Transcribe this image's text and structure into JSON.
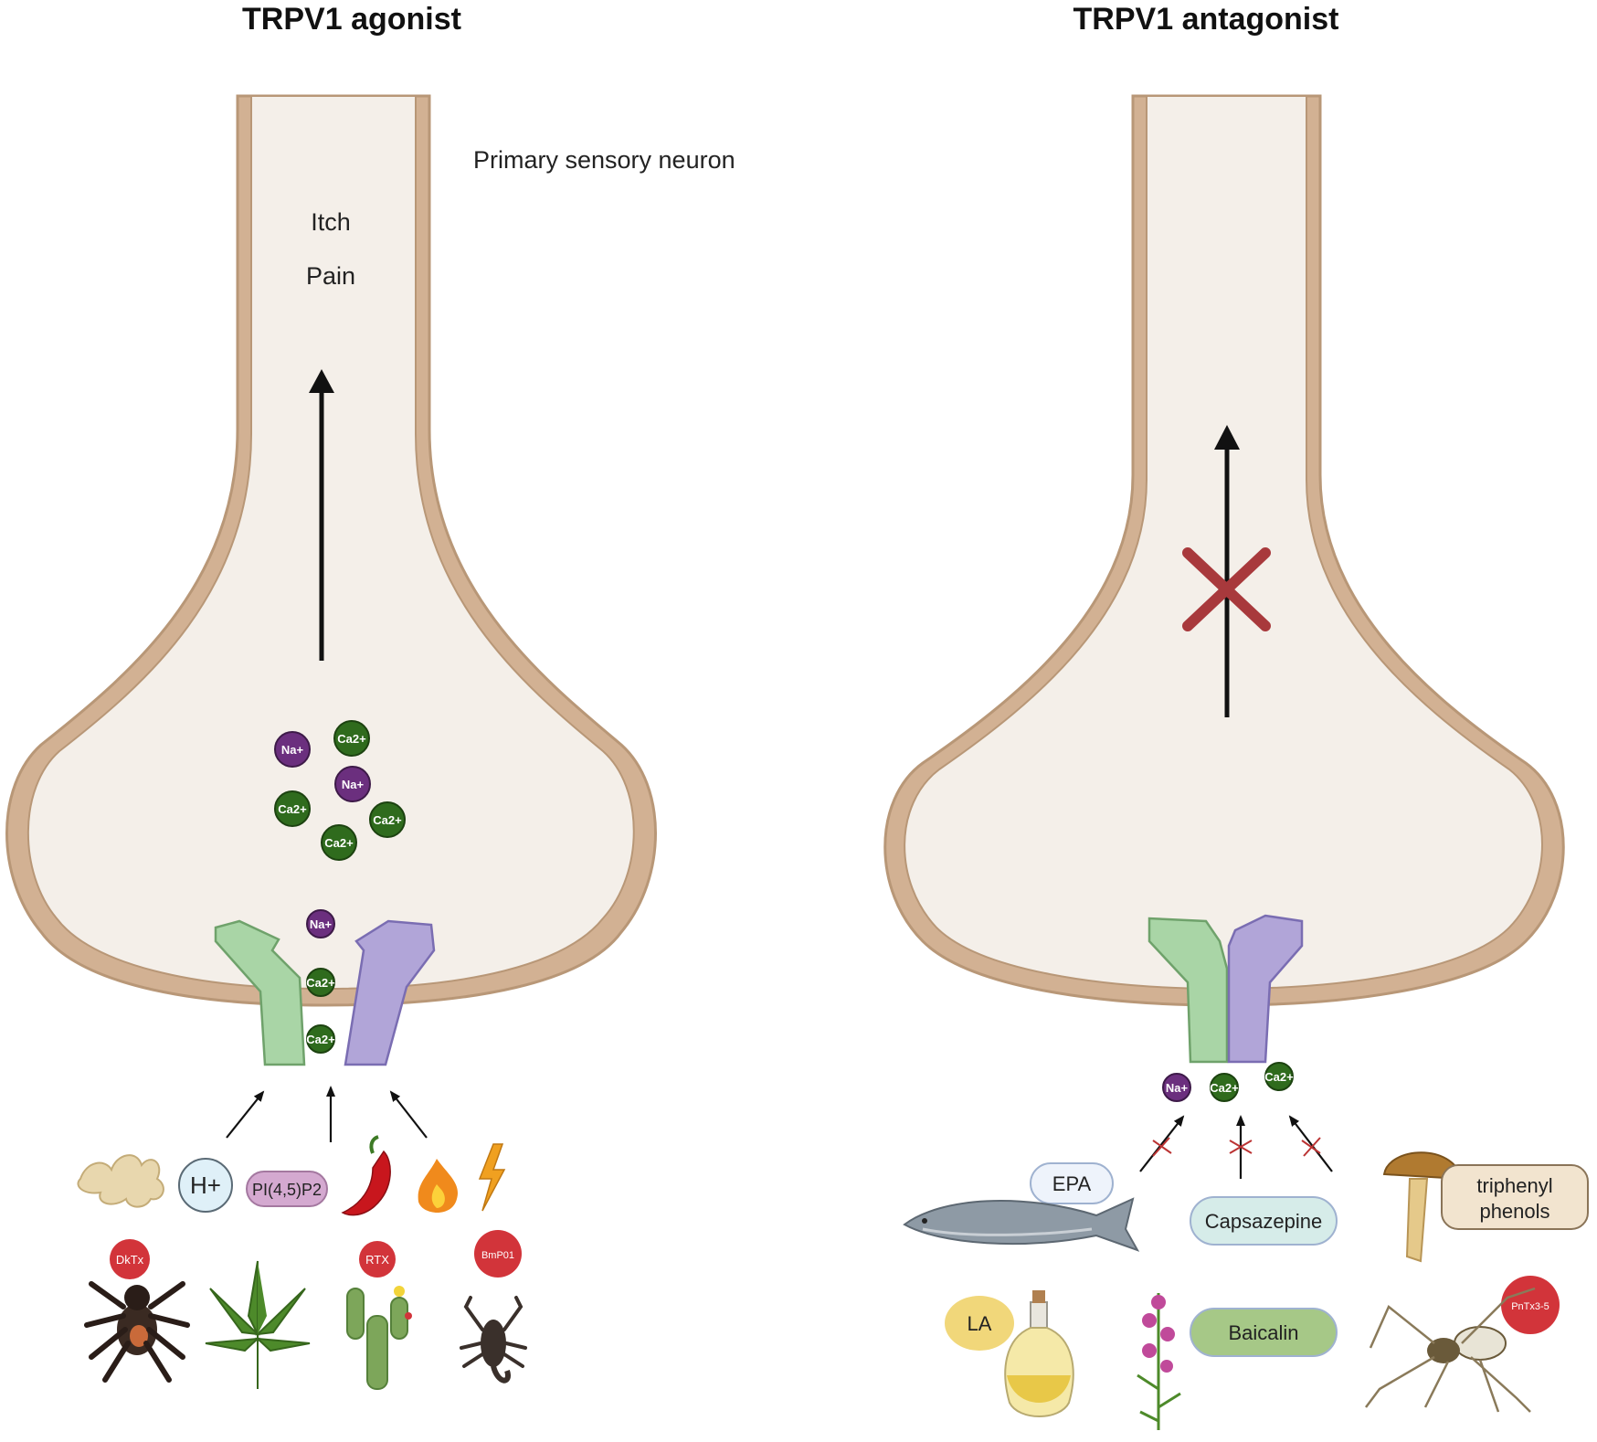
{
  "titles": {
    "agonist": "TRPV1 agonist",
    "antagonist": "TRPV1 antagonist"
  },
  "labels": {
    "neuron": "Primary sensory neuron",
    "itch": "Itch",
    "pain": "Pain"
  },
  "ions": {
    "na": "Na+",
    "ca": "Ca2+"
  },
  "agonists": {
    "proton": "H+",
    "pip2": "PI(4,5)P2",
    "dktx": "DkTx",
    "rtx": "RTX",
    "bmp01": "BmP01"
  },
  "antagonists": {
    "epa": "EPA",
    "capsazepine": "Capsazepine",
    "triphenyl": [
      "triphenyl",
      "phenols"
    ],
    "la": "LA",
    "baicalin": "Baicalin",
    "pntx": "PnTx3-5"
  },
  "colors": {
    "membrane_outer": "#c9a888",
    "membrane_inner": "#f4efe9",
    "channel_green": "#a9d5a6",
    "channel_purple": "#b1a5d8",
    "na_ion": "#6b2f7e",
    "ca_ion": "#2f6b1d",
    "badge_red": "#d2343a",
    "blocked_x": "#a8393c"
  }
}
